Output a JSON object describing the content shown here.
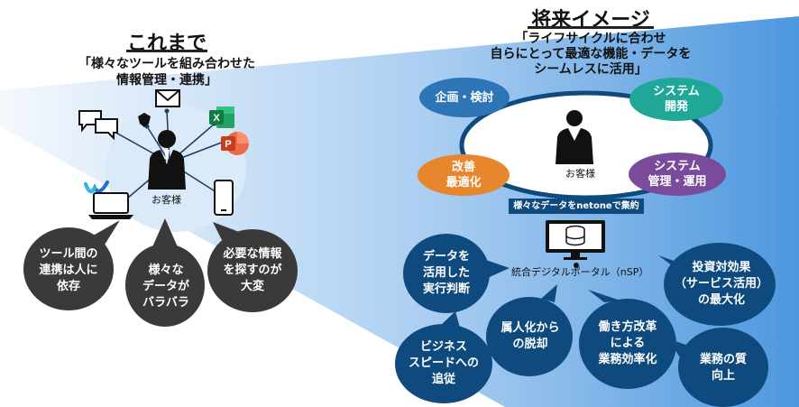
{
  "left": {
    "title": "これまで",
    "subtitle_line1": "「様々なツールを組み合わせた",
    "subtitle_line2": "情報管理・連携」",
    "customer_label": "お客様",
    "tools": [
      "chat-icon",
      "shield-icon",
      "mail-icon",
      "excel-icon",
      "powerpoint-icon",
      "webex-icon",
      "laptop-icon",
      "smartphone-icon"
    ],
    "bubbles": [
      {
        "lines": [
          "ツール間の",
          "連携は人に",
          "依存"
        ]
      },
      {
        "lines": [
          "様々な",
          "データが",
          "バラバラ"
        ]
      },
      {
        "lines": [
          "必要な情報",
          "を探すのが",
          "大変"
        ]
      }
    ]
  },
  "right": {
    "title": "将来イメージ",
    "subtitle_line1": "「ライフサイクルに合わせ",
    "subtitle_line2": "自らにとって最適な機能・データを",
    "subtitle_line3": "シームレスに活用」",
    "customer_label": "お客様",
    "ovals": [
      {
        "lines": [
          "企画・検討"
        ],
        "color": "#2e75b6"
      },
      {
        "lines": [
          "システム",
          "開発"
        ],
        "color": "#1fa898"
      },
      {
        "lines": [
          "改善",
          "最適化"
        ],
        "color": "#e7862c"
      },
      {
        "lines": [
          "システム",
          "管理・運用"
        ],
        "color": "#7b4b9b"
      }
    ],
    "banner": "様々なデータをnetoneで集約",
    "portal_label": "統合デジタルポータル（nSP）",
    "bubbles": [
      {
        "lines": [
          "データを",
          "活用した",
          "実行判断"
        ]
      },
      {
        "lines": [
          "投資対効果",
          "（サービス活用）",
          "の最大化"
        ]
      },
      {
        "lines": [
          "ビジネス",
          "スピードへの",
          "追従"
        ]
      },
      {
        "lines": [
          "属人化から",
          "の脱却"
        ]
      },
      {
        "lines": [
          "働き方改革",
          "による",
          "業務効率化"
        ]
      },
      {
        "lines": [
          "業務の質",
          "向上"
        ]
      }
    ]
  },
  "colors": {
    "dark_bubble": "#3a3a3a",
    "navy_bubble": "#0e4a7d",
    "banner": "#0e4a7d",
    "beam_light": "#dbeaf8",
    "beam_dark": "#4a93d9"
  }
}
